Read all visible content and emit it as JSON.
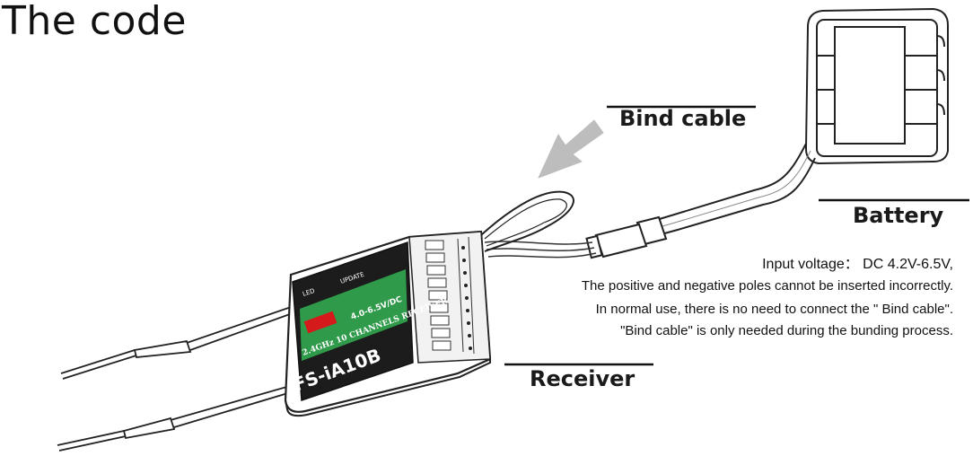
{
  "title": "The code",
  "labels": {
    "bind_cable": "Bind cable",
    "battery": "Battery",
    "receiver": "Receiver"
  },
  "receiver_print": {
    "led": "LED",
    "update": "UPDATE",
    "voltage": "4.0-6.5V/DC",
    "freq": "2.4GHz 10 CHANNELS  RECEIVER",
    "model": "FS-iA10B"
  },
  "notes": [
    "Input voltage： DC 4.2V-6.5V,",
    "The positive and negative poles cannot be inserted incorrectly.",
    "In normal use, there is no need to connect the \" Bind cable\".",
    "\"Bind cable\" is only needed during the bunding process."
  ],
  "colors": {
    "label_color": "#1a1a1a",
    "arrow_color": "#bdbdbd",
    "receiver_green": "#2f9a4a"
  }
}
